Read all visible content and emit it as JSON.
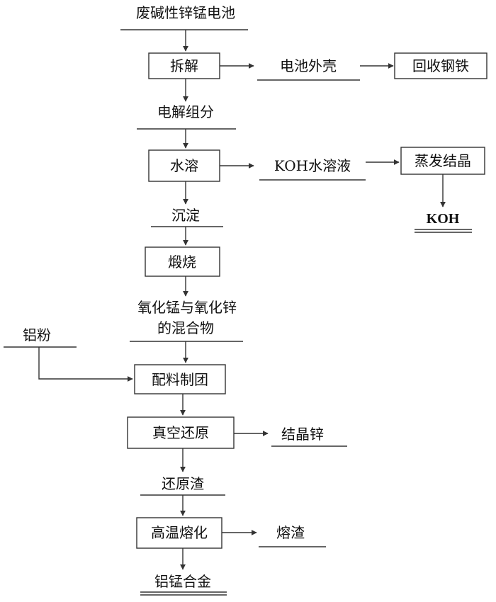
{
  "materials": {
    "waste_battery": "废碱性锌锰电池",
    "shell": "电池外壳",
    "components": "电解组分",
    "koh_solution": "KOH水溶液",
    "koh": "KOH",
    "precipitate": "沉淀",
    "oxide_mix_line1": "氧化锰与氧化锌",
    "oxide_mix_line2": "的混合物",
    "al_powder": "铝粉",
    "crystal_zinc": "结晶锌",
    "reduction_slag": "还原渣",
    "molten_slag": "熔渣",
    "al_mn_alloy": "铝锰合金"
  },
  "steps": {
    "dismantle": "拆解",
    "recover_steel": "回收钢铁",
    "dissolve": "水溶",
    "evaporate": "蒸发结晶",
    "calcine": "煅烧",
    "batching": "配料制团",
    "vacuum_reduction": "真空还原",
    "melting": "高温熔化"
  }
}
